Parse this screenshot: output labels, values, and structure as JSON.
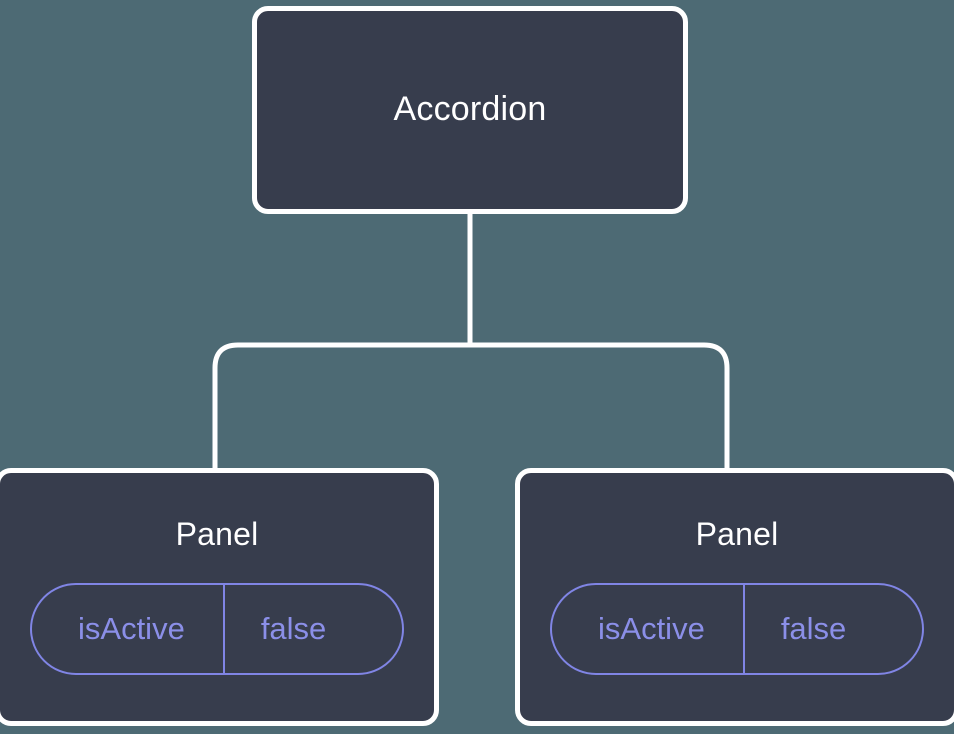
{
  "diagram": {
    "type": "component-tree",
    "background_color": "#4d6a74",
    "node_fill_color": "#373d4d",
    "node_border_color": "#ffffff",
    "edge_color": "#ffffff",
    "prop_accent_color": "#8b8fe8",
    "root": {
      "label": "Accordion"
    },
    "children": [
      {
        "label": "Panel",
        "props": [
          {
            "key": "isActive",
            "value": "false"
          }
        ]
      },
      {
        "label": "Panel",
        "props": [
          {
            "key": "isActive",
            "value": "false"
          }
        ]
      }
    ]
  }
}
